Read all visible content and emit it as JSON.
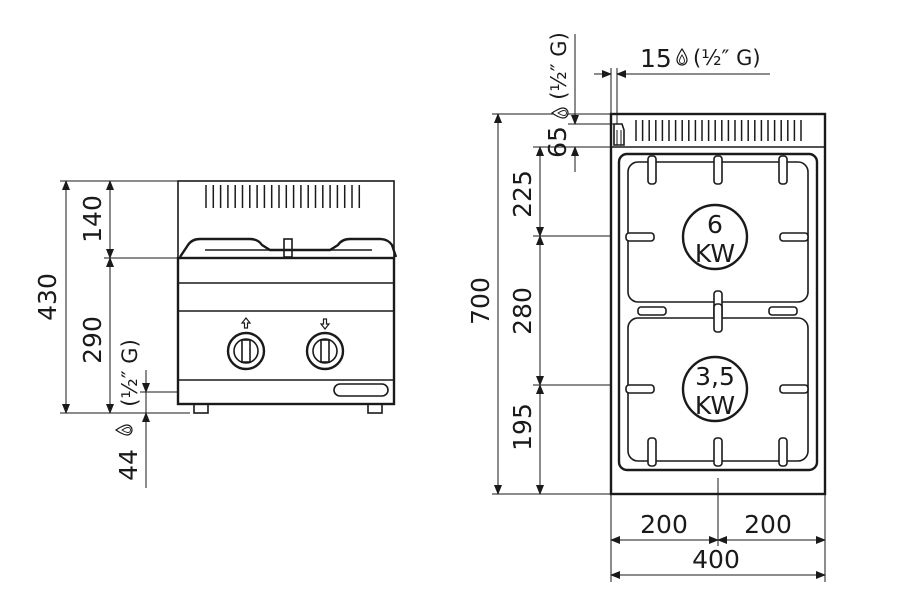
{
  "front_view": {
    "height_total": "430",
    "height_top": "140",
    "height_body": "290",
    "gas_thread": "(½″ G)",
    "gas_height": "44"
  },
  "top_view": {
    "depth_total": "700",
    "dim_rear": "225",
    "dim_middle": "280",
    "dim_front": "195",
    "gas_offset_side": "15",
    "gas_thread_side": "(½″ G)",
    "gas_offset_rear": "65",
    "gas_thread_rear": "(½″ G)",
    "width_left": "200",
    "width_right": "200",
    "width_total": "400",
    "burner_rear_power": "6",
    "burner_rear_unit": "KW",
    "burner_front_power": "3,5",
    "burner_front_unit": "KW"
  },
  "icons": {
    "gas": "gas-drop-icon",
    "arrow_up": "arrow-up-icon",
    "arrow_down": "arrow-down-icon"
  }
}
